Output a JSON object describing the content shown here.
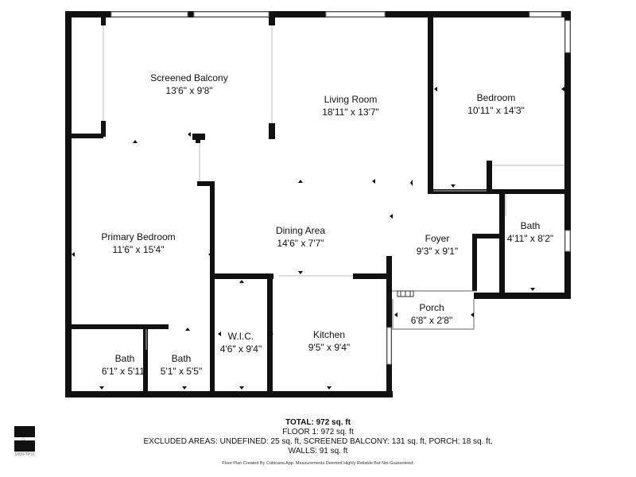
{
  "rooms": [
    {
      "id": "screened-balcony",
      "name": "Screened Balcony",
      "dims": "13'6\" x 9'8\""
    },
    {
      "id": "living-room",
      "name": "Living Room",
      "dims": "18'11\" x 13'7\""
    },
    {
      "id": "bedroom",
      "name": "Bedroom",
      "dims": "10'11\" x 14'3\""
    },
    {
      "id": "primary-bedroom",
      "name": "Primary Bedroom",
      "dims": "11'6\" x 15'4\""
    },
    {
      "id": "dining-area",
      "name": "Dining Area",
      "dims": "14'6\" x 7'7\""
    },
    {
      "id": "foyer",
      "name": "Foyer",
      "dims": "9'3\" x 9'1\""
    },
    {
      "id": "bath-right",
      "name": "Bath",
      "dims": "4'11\" x 8'2\""
    },
    {
      "id": "porch",
      "name": "Porch",
      "dims": "6'8\" x 2'8\""
    },
    {
      "id": "wic",
      "name": "W.I.C.",
      "dims": "4'6\" x 9'4\""
    },
    {
      "id": "kitchen",
      "name": "Kitchen",
      "dims": "9'5\" x 9'4\""
    },
    {
      "id": "bath-left",
      "name": "Bath",
      "dims": "6'1\" x 5'11\""
    },
    {
      "id": "bath-middle",
      "name": "Bath",
      "dims": "5'1\" x 5'5\""
    }
  ],
  "totals": {
    "total": "TOTAL: 972 sq. ft",
    "floor": "FLOOR 1: 972 sq. ft",
    "excluded": "EXCLUDED AREAS: UNDEFINED: 25 sq. ft, SCREENED BALCONY: 131 sq. ft, PORCH: 18 sq. ft,",
    "walls": "WALLS: 91 sq. ft"
  },
  "credit": "Floor Plan Created By Cubicasa App. Measurements Deemed Highly Reliable But Not Guaranteed.",
  "logo": {
    "brand": "SWIFTPIX"
  }
}
